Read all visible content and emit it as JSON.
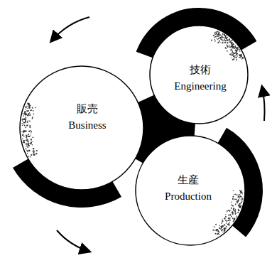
{
  "diagram": {
    "nodes": [
      {
        "text": [
          "販売 Business"
        ]
      },
      {
        "text": [
          "技術 Engineering"
        ]
      },
      {
        "text": [
          "生産 Production"
        ]
      }
    ]
  }
}
